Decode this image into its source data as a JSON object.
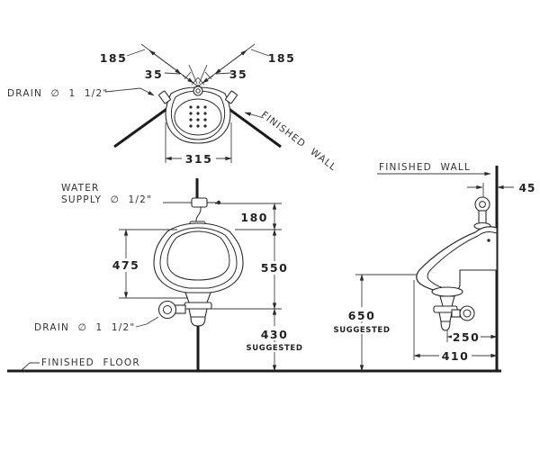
{
  "plan": {
    "dim_185_left": "185",
    "dim_35_left": "35",
    "dim_35_right": "35",
    "dim_185_right": "185",
    "dim_width": "315",
    "drain_label": "DRAIN ∅ 1 1/2\"",
    "wall_label": "FINISHED WALL"
  },
  "front": {
    "supply_label_1": "WATER",
    "supply_label_2": "SUPPLY ∅ 1/2\"",
    "dim_inlet": "180",
    "dim_body": "475",
    "dim_span": "550",
    "dim_outlet": "430",
    "dim_outlet_note": "SUGGESTED",
    "drain_label": "DRAIN ∅ 1 1/2\"",
    "floor_label": "FINISHED FLOOR"
  },
  "side": {
    "wall_label": "FINISHED WALL",
    "dim_wall_offset": "45",
    "dim_rim_height": "650",
    "dim_rim_note": "SUGGESTED",
    "dim_drain_offset": "250",
    "dim_depth": "410"
  },
  "colors": {
    "ink": "#2a2a2a",
    "background": "#ffffff"
  }
}
